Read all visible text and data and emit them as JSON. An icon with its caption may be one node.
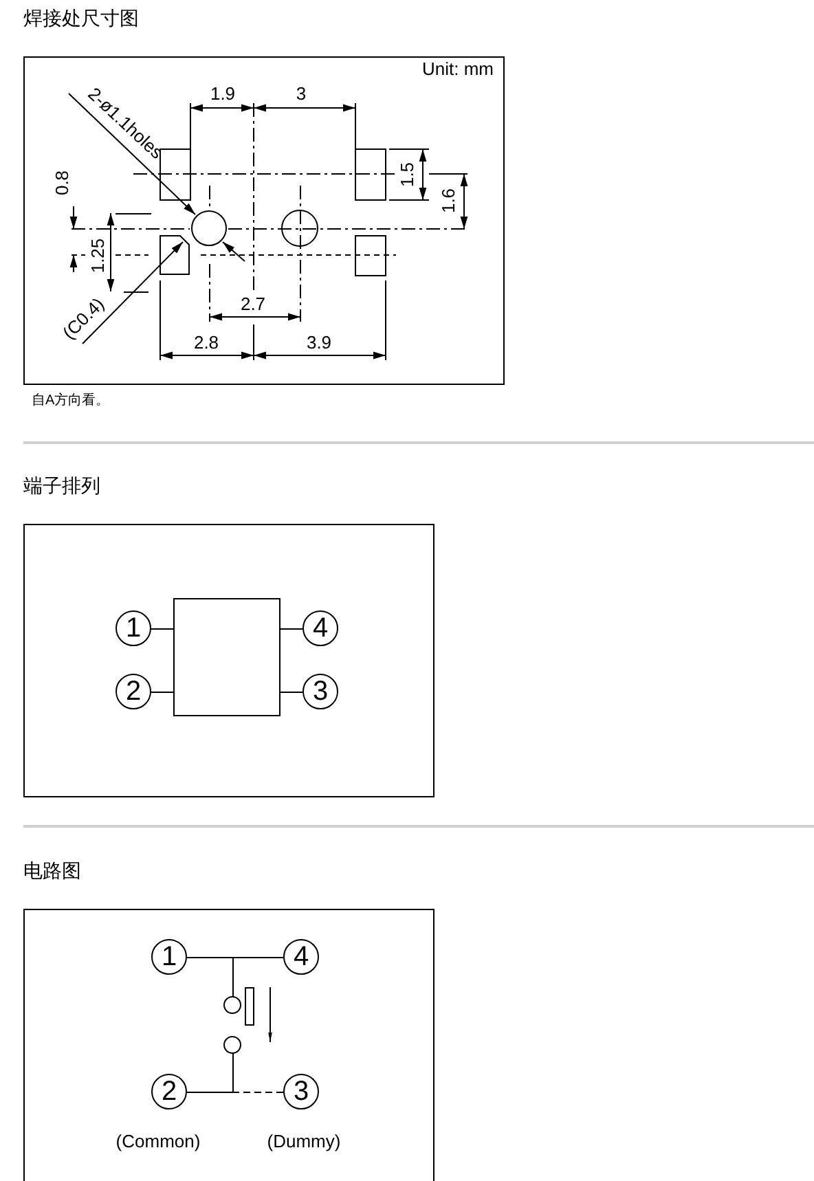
{
  "diagram": {
    "nodes": [
      {
        "text": [
          "2-ø1.1holes"
        ]
      },
      {
        "text": [],
        "shape": "circle"
      },
      {
        "text": [],
        "shape": "box"
      },
      {
        "text": [
          "(C0.4)"
        ]
      },
      {
        "text": [
          "1"
        ]
      },
      {
        "text": [],
        "shape": "box"
      },
      {
        "text": [
          "4"
        ]
      },
      {
        "text": [
          "2"
        ]
      },
      {
        "text": [
          "3"
        ]
      },
      {
        "text": [
          "1"
        ]
      },
      {
        "text": [
          "4"
        ]
      },
      {
        "text": [],
        "shape": "switch"
      },
      {
        "text": [
          "2"
        ],
        "beside": [
          "(Common)"
        ]
      },
      {
        "text": [
          "3"
        ],
        "beside": [
          "(Dummy)"
        ]
      }
    ],
    "edges": [
      {
        "from": 0,
        "to": 1,
        "arrow": "to"
      },
      {
        "from": 3,
        "to": 2,
        "arrow": "to"
      },
      {
        "from": 4,
        "to": 5,
        "arrow": "none"
      },
      {
        "from": 5,
        "to": 6,
        "arrow": "none"
      },
      {
        "from": 7,
        "to": 5,
        "arrow": "none"
      },
      {
        "from": 5,
        "to": 8,
        "arrow": "none"
      },
      {
        "from": 9,
        "to": 10,
        "arrow": "none"
      },
      {
        "from": 11,
        "to": 9,
        "arrow": "none"
      },
      {
        "from": 11,
        "to": 12,
        "arrow": "none"
      },
      {
        "from": 13,
        "to": 11,
        "arrow": "none",
        "style": "dashed"
      }
    ],
    "labels": [
      "焊接处尺寸图",
      "Unit: mm",
      "1.9",
      "3",
      "1.5",
      "1.6",
      "0.8",
      "1.25",
      "2.7",
      "2.8",
      "3.9",
      "自A方向看。",
      "端子排列",
      "电路图"
    ]
  }
}
